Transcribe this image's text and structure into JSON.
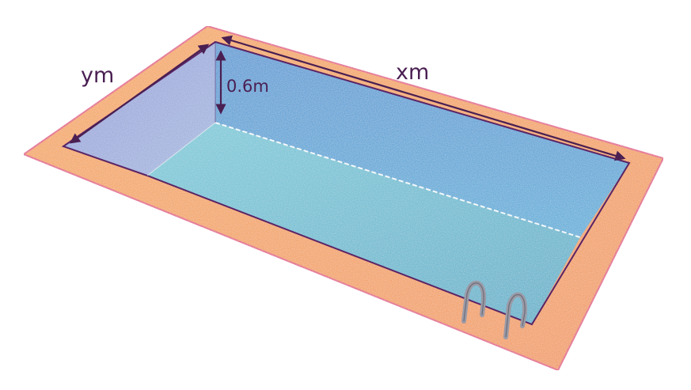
{
  "labels": {
    "width": "ym",
    "length": "xm",
    "depth": "0.6m"
  },
  "colors": {
    "deck": "#f29a48",
    "deck_edge": "#e0447c",
    "outline": "#5a2466",
    "wall_left": "#8d9bd6",
    "wall_back": "#3f9fd3",
    "floor": "#52b6cc",
    "ladder": "#9a9aa6",
    "label": "#4a1f52"
  }
}
